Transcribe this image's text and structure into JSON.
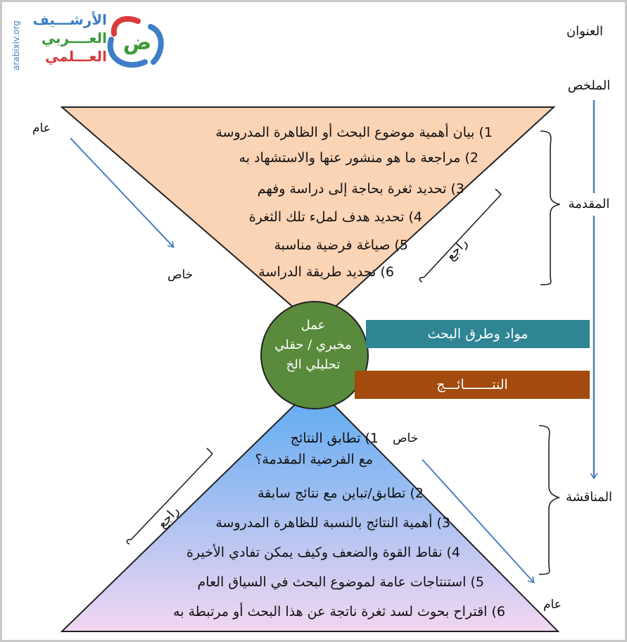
{
  "logo": {
    "line1": "الأرشـــيف",
    "line2": "العــــربي",
    "line3": "العـــلمي",
    "domain": "arabixiv.org",
    "emblem": "ض ع",
    "colors": {
      "blue": "#3d7ec6",
      "green": "#3a9a3a",
      "red": "#d93a3a"
    }
  },
  "sidebar": {
    "title": "العنوان",
    "abstract": "الملخص",
    "introduction": "المقدمة",
    "discussion": "المناقشة"
  },
  "intro": {
    "general": "عام",
    "specific": "خاص",
    "review": "راجع",
    "items": [
      "1) بيان أهمية موضوع البحث أو الظاهرة المدروسة",
      "2) مراجعة ما هو منشور عنها والاستشهاد به",
      "3) تحديد ثغرة بحاجة إلى دراسة وفهم",
      "4) تحديد هدف لملء تلك الثغرة",
      "5) صياغة فرضية مناسبة",
      "6) تحديد طريقة الدراسة"
    ],
    "color": "#fbd3b5"
  },
  "center": {
    "line1": "عمل",
    "line2": "مخبري / حقلي",
    "line3": "تحليلي الخ",
    "color": "#5a8a3c"
  },
  "methods": {
    "label": "مواد وطرق البحث",
    "color": "#2f8594"
  },
  "results": {
    "label": "النتـــــــائـــج",
    "color": "#a34a0e"
  },
  "discussion": {
    "general": "عام",
    "specific": "خاص",
    "review": "راجع",
    "item1_line1": "1) تطابق النتائج",
    "item1_line2": "مع الفرضية المقدمة؟",
    "items": [
      "2) تطابق/تباين مع نتائج سابقة",
      "3) أهمية النتائج بالنسبة للظاهرة المدروسة",
      "4) نقاط القوة والضعف وكيف يمكن تفادي الأخيرة",
      "5) استنتاجات عامة لموضوع البحث في السياق العام",
      "6) اقتراح بحوث لسد ثغرة ناتجة عن هذا البحث أو مرتبطة به"
    ],
    "colors": {
      "top": "#5aaaf2",
      "bottom": "#f1d6f1"
    }
  },
  "arrows": {
    "color": "#4a7fc0"
  }
}
